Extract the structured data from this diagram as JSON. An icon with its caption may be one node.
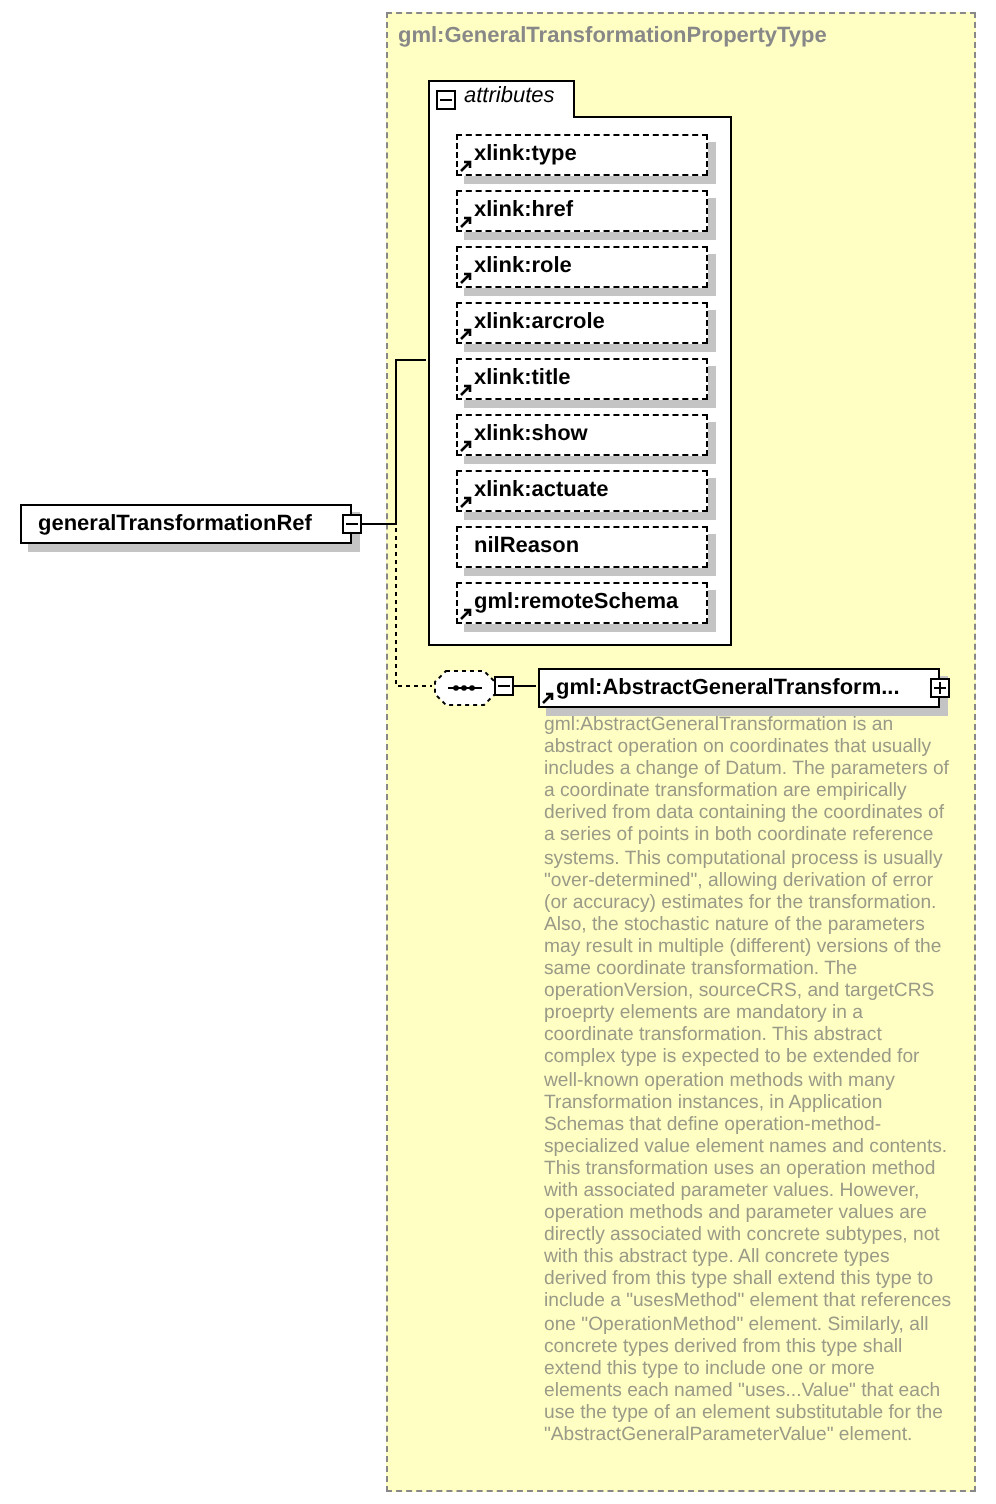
{
  "diagram": {
    "nodes": [
      {
        "text": [
          "generalTransformationRef"
        ]
      },
      {
        "text": [
          "gml:GeneralTransformationPropertyType"
        ]
      },
      {
        "text": [
          "attributes"
        ],
        "in": 1
      },
      {
        "text": [
          "xlink:type"
        ],
        "in": 2
      },
      {
        "text": [
          "xlink:href"
        ],
        "in": 2
      },
      {
        "text": [
          "xlink:role"
        ],
        "in": 2
      },
      {
        "text": [
          "xlink:arcrole"
        ],
        "in": 2
      },
      {
        "text": [
          "xlink:title"
        ],
        "in": 2
      },
      {
        "text": [
          "xlink:show"
        ],
        "in": 2
      },
      {
        "text": [
          "xlink:actuate"
        ],
        "in": 2
      },
      {
        "text": [
          "nilReason"
        ],
        "in": 2
      },
      {
        "text": [
          "gml:remoteSchema"
        ],
        "in": 2
      },
      {
        "text": [],
        "shape": "octagon",
        "in": 1
      },
      {
        "text": [
          "gml:AbstractGeneralTransform..."
        ],
        "in": 1,
        "beside": [
          "gml:AbstractGeneralTransformation is an abstract operation on coordinates that usually includes a change of Datum. The parameters of a coordinate transformation are empirically derived from data containing the coordinates of a series of points in both coordinate reference systems. This computational process is usually \"over-determined\", allowing derivation of error (or accuracy) estimates for the transformation. Also, the stochastic nature of the parameters may result in multiple (different) versions of the same coordinate transformation. The operationVersion, sourceCRS, and targetCRS proeprty elements are mandatory in a coordinate transformation. This abstract complex type is expected to be extended for well-known operation methods with many Transformation instances, in Application Schemas that define operation-method-specialized value element names and contents. This transformation uses an operation method with associated parameter values. However, operation methods and parameter values are directly associated with concrete subtypes, not with this abstract type. All concrete types derived from this type shall extend this type to include a \"usesMethod\" element that references one \"OperationMethod\" element. Similarly, all concrete types derived from this type shall extend this type to include one or more elements each named \"uses...Value\" that each use the type of an element substitutable for the \"AbstractGeneralParameterValue\" element."
        ]
      }
    ],
    "edges": [
      {
        "from": 0,
        "to": 2,
        "arrow": "none"
      },
      {
        "from": 0,
        "to": 12,
        "arrow": "none",
        "style": "dashed"
      },
      {
        "from": 12,
        "to": 13,
        "arrow": "none"
      }
    ]
  }
}
